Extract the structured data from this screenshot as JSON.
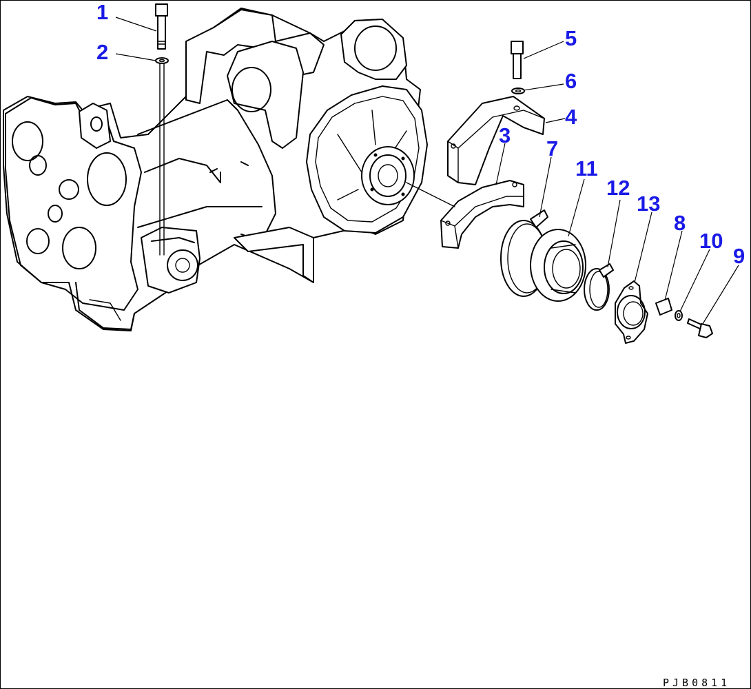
{
  "callouts": [
    {
      "id": "1",
      "label": "1"
    },
    {
      "id": "2",
      "label": "2"
    },
    {
      "id": "3",
      "label": "3"
    },
    {
      "id": "4",
      "label": "4"
    },
    {
      "id": "5",
      "label": "5"
    },
    {
      "id": "6",
      "label": "6"
    },
    {
      "id": "7",
      "label": "7"
    },
    {
      "id": "8",
      "label": "8"
    },
    {
      "id": "9",
      "label": "9"
    },
    {
      "id": "10",
      "label": "10"
    },
    {
      "id": "11",
      "label": "11"
    },
    {
      "id": "12",
      "label": "12"
    },
    {
      "id": "13",
      "label": "13"
    }
  ],
  "drawing_code": "PJB0811",
  "colors": {
    "callout_text": "#1a1ae6",
    "line": "#000000",
    "background": "#ffffff"
  }
}
